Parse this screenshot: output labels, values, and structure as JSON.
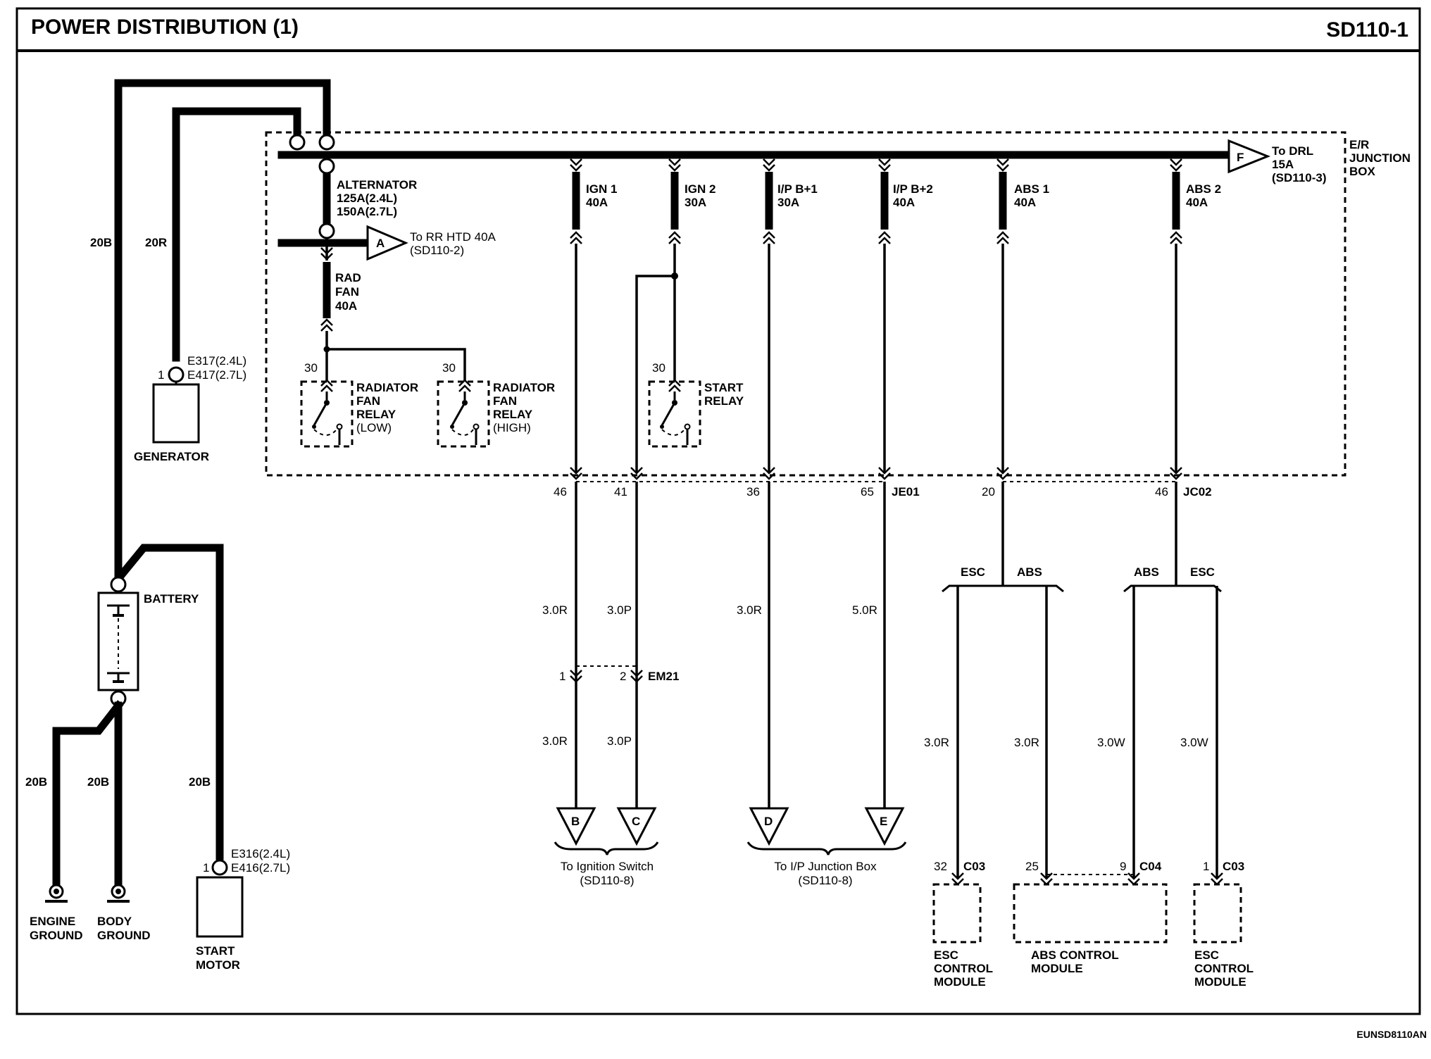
{
  "header": {
    "title": "POWER DISTRIBUTION (1)",
    "code": "SD110-1"
  },
  "footer": {
    "code": "EUNSD8110AN"
  },
  "junction_box": {
    "label_lines": [
      "E/R",
      "JUNCTION",
      "BOX"
    ]
  },
  "fuses": [
    {
      "name": "IGN 1",
      "rating": "40A"
    },
    {
      "name": "IGN 2",
      "rating": "30A"
    },
    {
      "name": "I/P B+1",
      "rating": "30A"
    },
    {
      "name": "I/P B+2",
      "rating": "40A"
    },
    {
      "name": "ABS 1",
      "rating": "40A"
    },
    {
      "name": "ABS 2",
      "rating": "40A"
    }
  ],
  "alternator": {
    "name": "ALTERNATOR",
    "rating_1": "125A(2.4L)",
    "rating_2": "150A(2.7L)"
  },
  "rad_fan": {
    "lines": [
      "RAD",
      "FAN",
      "40A"
    ]
  },
  "connectors_out": {
    "A": {
      "letter": "A",
      "line1": "To RR HTD 40A",
      "line2": "(SD110-2)"
    },
    "F": {
      "letter": "F",
      "line1": "To DRL",
      "line2": "15A",
      "line3": "(SD110-3)"
    },
    "B": "B",
    "C": "C",
    "D": "D",
    "E": "E",
    "ignition_switch": {
      "line1": "To Ignition Switch",
      "line2": "(SD110-8)"
    },
    "ip_junction_box": {
      "line1": "To I/P Junction Box",
      "line2": "(SD110-8)"
    }
  },
  "relays": {
    "fan_low": {
      "pin": "30",
      "lines": [
        "RADIATOR",
        "FAN",
        "RELAY",
        "(LOW)"
      ]
    },
    "fan_high": {
      "pin": "30",
      "lines": [
        "RADIATOR",
        "FAN",
        "RELAY",
        "(HIGH)"
      ]
    },
    "start": {
      "pin": "30",
      "lines": [
        "START",
        "RELAY"
      ]
    }
  },
  "generator": {
    "name": "GENERATOR",
    "pin": "1",
    "conn_1": "E317(2.4L)",
    "conn_2": "E417(2.7L)"
  },
  "start_motor": {
    "lines": [
      "START",
      "MOTOR"
    ],
    "pin": "1",
    "conn_1": "E316(2.4L)",
    "conn_2": "E416(2.7L)"
  },
  "battery": {
    "name": "BATTERY"
  },
  "grounds": {
    "engine": {
      "line1": "ENGINE",
      "line2": "GROUND"
    },
    "body": {
      "line1": "BODY",
      "line2": "GROUND"
    }
  },
  "wires": {
    "w20B_top": "20B",
    "w20R": "20R",
    "w20B_eng": "20B",
    "w20B_body": "20B",
    "w20B_start": "20B",
    "ign1_upper": "3.0R",
    "ign2_upper": "3.0P",
    "ipb1": "3.0R",
    "ipb2": "5.0R",
    "ign1_lower": "3.0R",
    "ign2_lower": "3.0P",
    "esc_left": "3.0R",
    "abs_left": "3.0R",
    "abs_right": "3.0W",
    "esc_right": "3.0W"
  },
  "pins": {
    "p46": "46",
    "p41": "41",
    "p36": "36",
    "p65": "65",
    "je01": "JE01",
    "p20": "20",
    "p46b": "46",
    "jc02": "JC02",
    "em_1": "1",
    "em_2": "2",
    "em21": "EM21",
    "c03_l_pin": "32",
    "c03_l": "C03",
    "c04_pin_a": "25",
    "c04_pin_b": "9",
    "c04": "C04",
    "c03_r_pin": "1",
    "c03_r": "C03"
  },
  "branches": {
    "esc_1": "ESC",
    "abs_1": "ABS",
    "abs_2": "ABS",
    "esc_2": "ESC"
  },
  "modules": {
    "esc_left": [
      "ESC",
      "CONTROL",
      "MODULE"
    ],
    "abs": [
      "ABS CONTROL",
      "MODULE"
    ],
    "esc_right": [
      "ESC",
      "CONTROL",
      "MODULE"
    ]
  }
}
